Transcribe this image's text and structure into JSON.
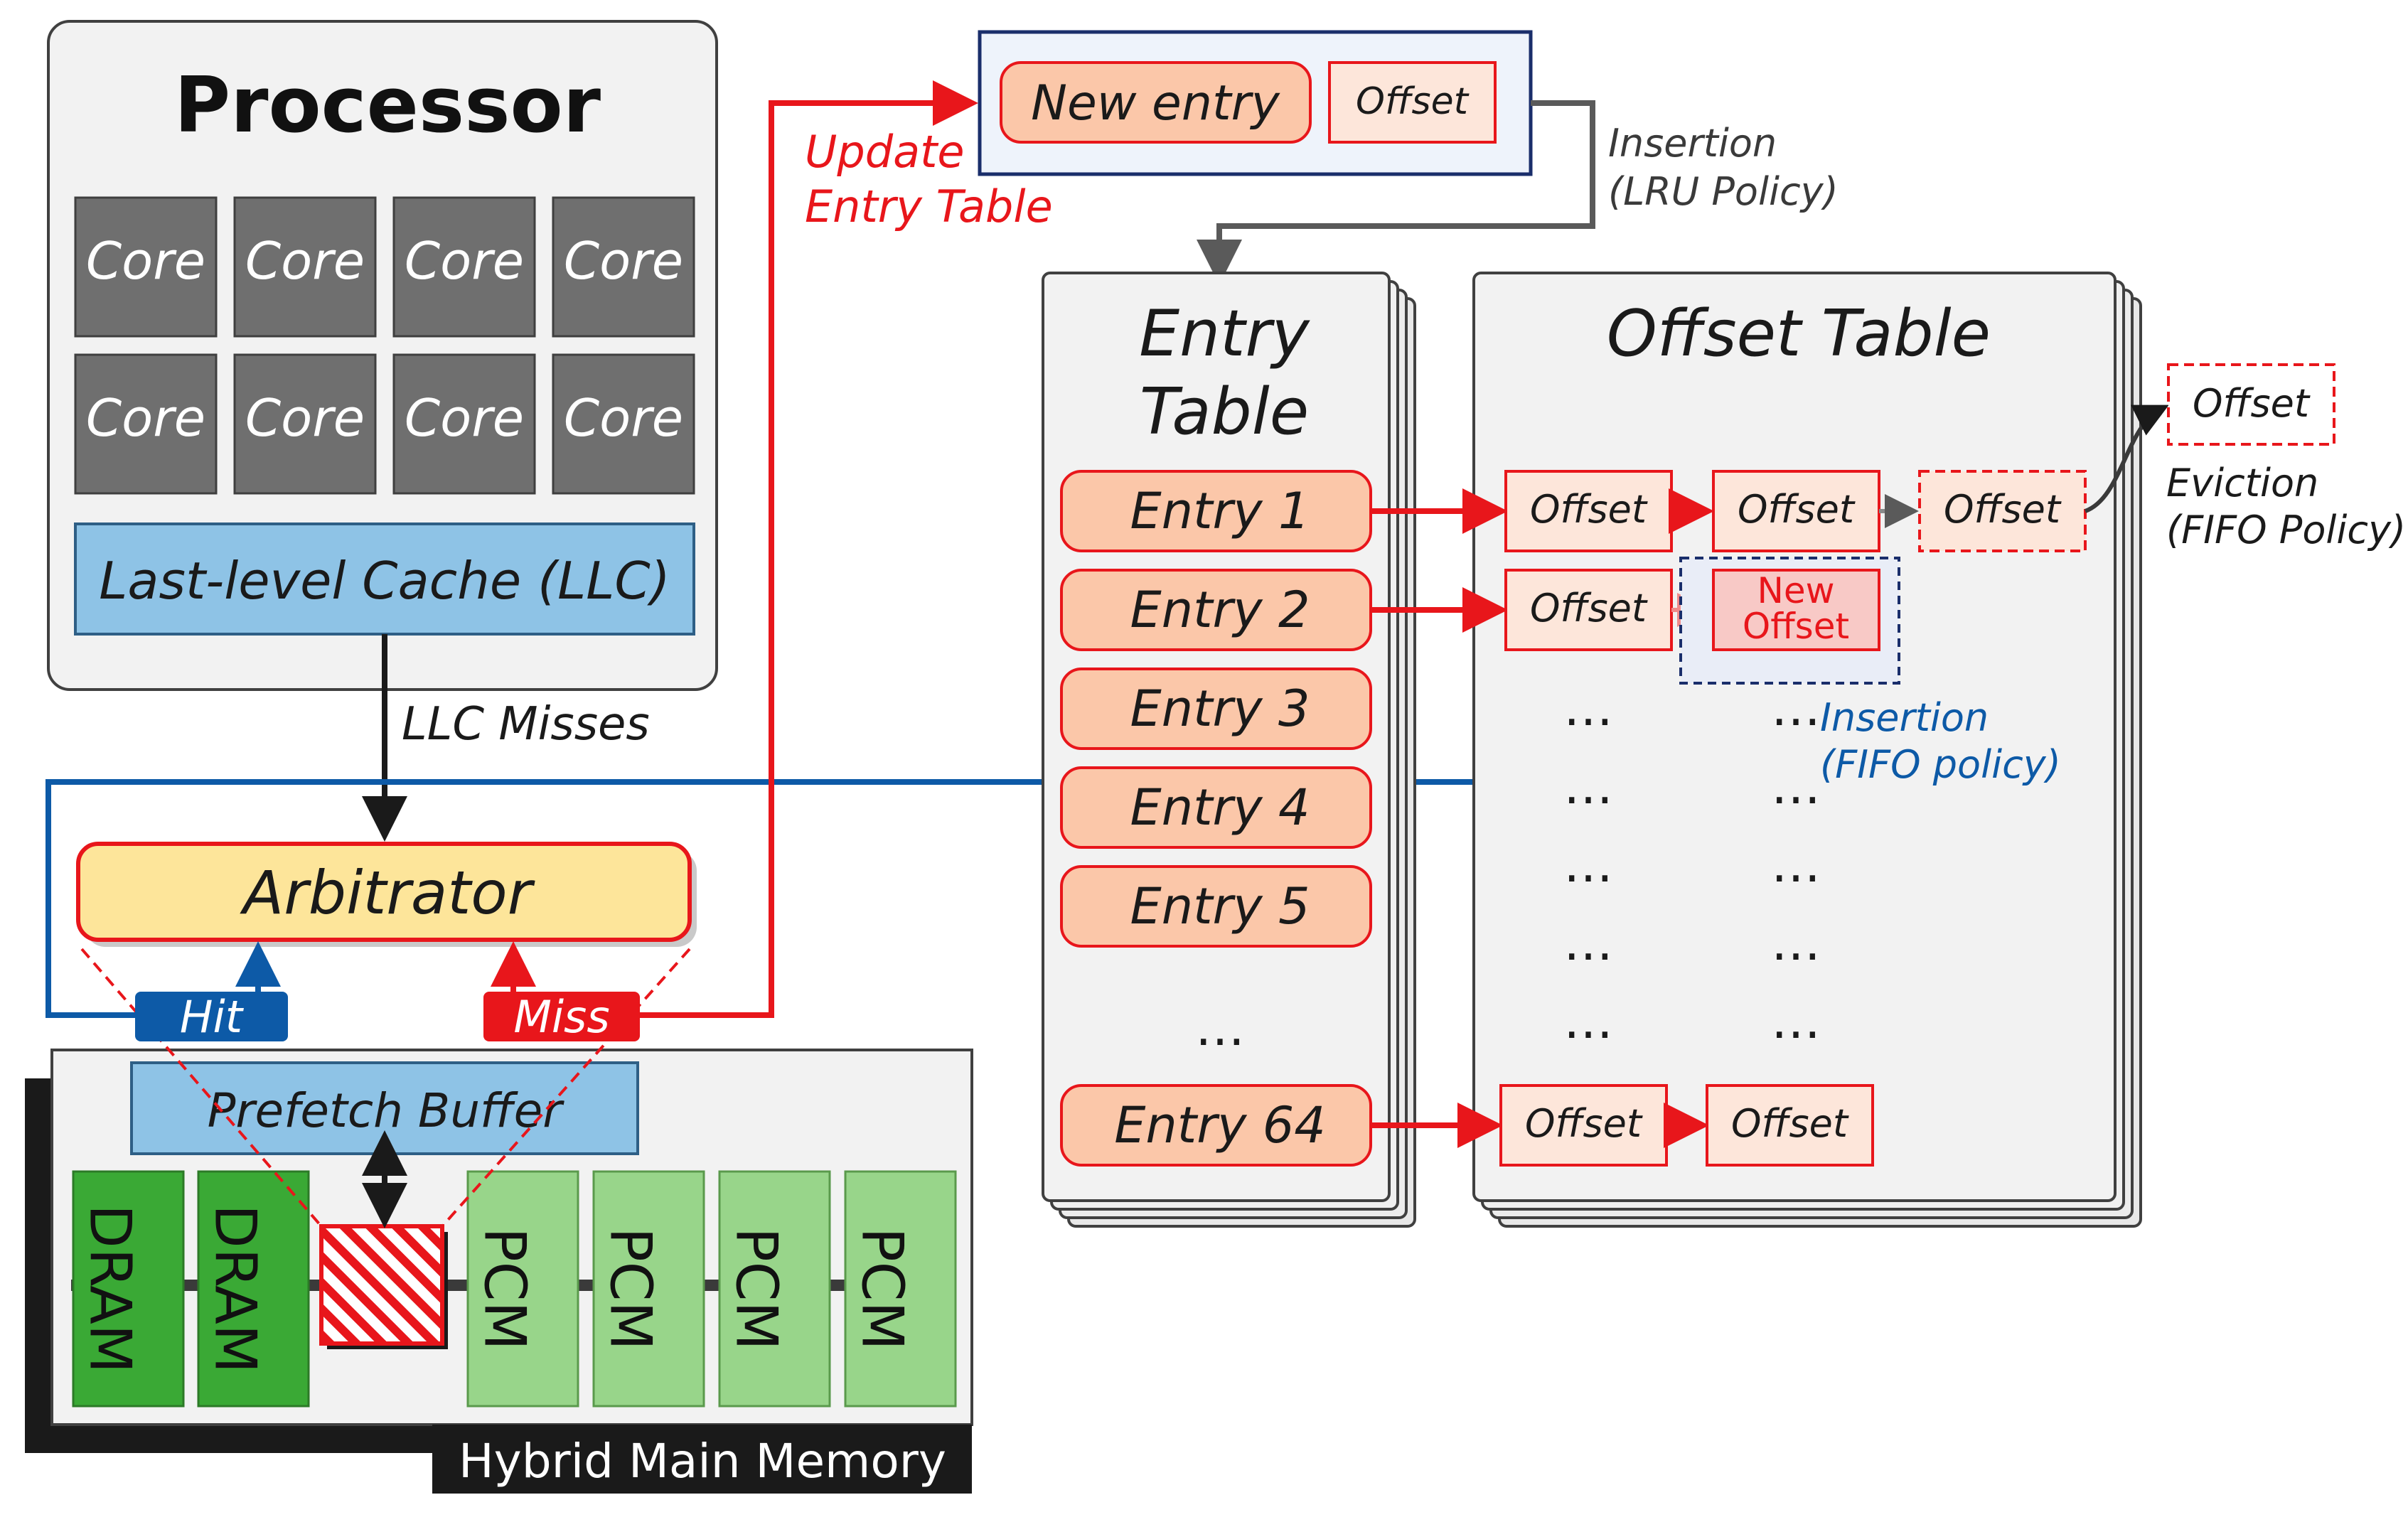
{
  "processor": {
    "title": "Processor",
    "cores": [
      "Core",
      "Core",
      "Core",
      "Core",
      "Core",
      "Core",
      "Core",
      "Core"
    ],
    "llc": "Last-level Cache (LLC)"
  },
  "labels": {
    "llc_misses": "LLC Misses",
    "update_line1": "Update",
    "update_line2": "Entry Table",
    "insertion_lru_line1": "Insertion",
    "insertion_lru_line2": "(LRU Policy)",
    "eviction_line1": "Eviction",
    "eviction_line2": "(FIFO Policy)",
    "insertion_fifo_line1": "Insertion",
    "insertion_fifo_line2": "(FIFO policy)"
  },
  "arbitrator": {
    "label": "Arbitrator",
    "hit": "Hit",
    "miss": "Miss"
  },
  "memory": {
    "title": "Hybrid Main Memory",
    "prefetch_buffer": "Prefetch Buffer",
    "modules": [
      "DRAM",
      "DRAM",
      "PCM",
      "PCM",
      "PCM",
      "PCM"
    ]
  },
  "new_entry": {
    "label": "New entry",
    "offset": "Offset"
  },
  "entry_table": {
    "title_line1": "Entry",
    "title_line2": "Table",
    "entries": [
      "Entry 1",
      "Entry 2",
      "Entry 3",
      "Entry 4",
      "Entry 5"
    ],
    "ellipsis": "…",
    "last_entry": "Entry 64"
  },
  "offset_table": {
    "title": "Offset Table",
    "offset": "Offset",
    "new_offset_line1": "New",
    "new_offset_line2": "Offset",
    "ellipsis": "…"
  },
  "colors": {
    "red": "#e8161b",
    "blue": "#0d5aa7",
    "core": "#6f6f6f",
    "llc": "#8ec3e6",
    "arbitrator": "#fde59a",
    "entry_fill": "#fbc7a9",
    "offset_fill": "#fde6da",
    "dram": "#3aa935",
    "pcm": "#98d58a"
  }
}
